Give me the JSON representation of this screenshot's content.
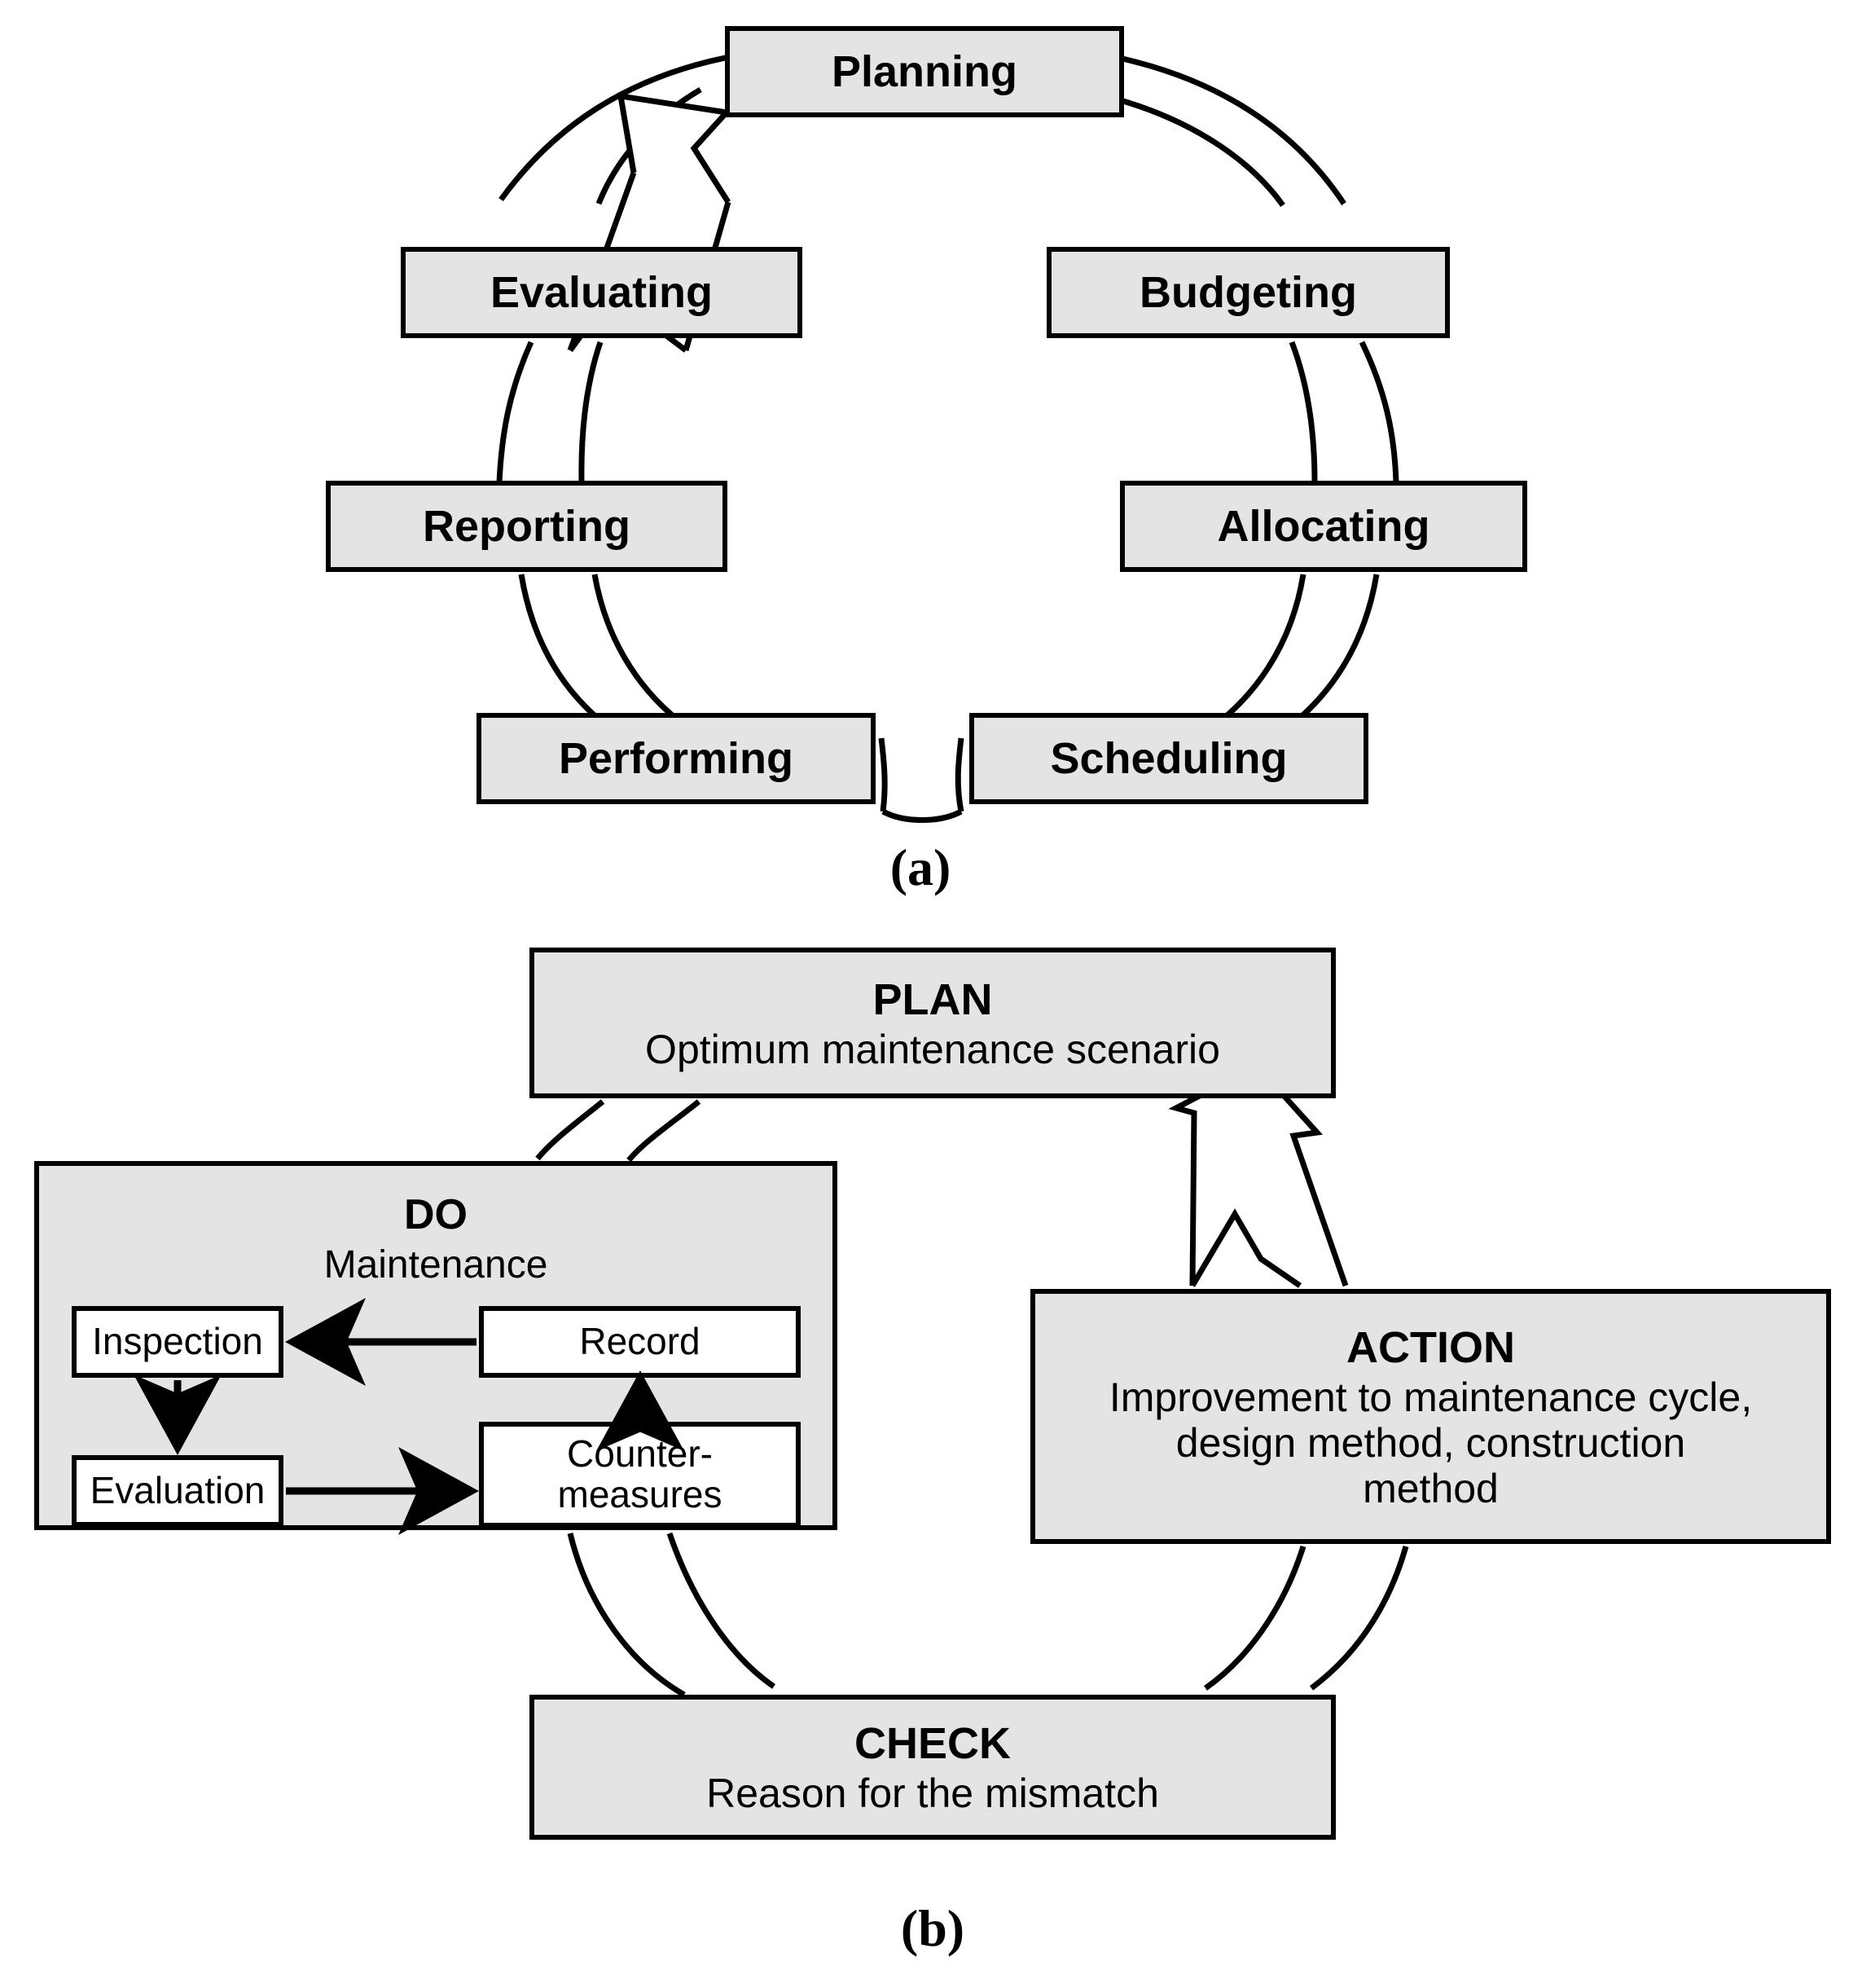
{
  "figure": {
    "panel_a": {
      "caption": "(a)",
      "nodes": [
        {
          "id": "planning",
          "label": "Planning"
        },
        {
          "id": "budgeting",
          "label": "Budgeting"
        },
        {
          "id": "allocating",
          "label": "Allocating"
        },
        {
          "id": "scheduling",
          "label": "Scheduling"
        },
        {
          "id": "performing",
          "label": "Performing"
        },
        {
          "id": "reporting",
          "label": "Reporting"
        },
        {
          "id": "evaluating",
          "label": "Evaluating"
        }
      ]
    },
    "panel_b": {
      "caption": "(b)",
      "plan": {
        "title": "PLAN",
        "subtitle": "Optimum maintenance scenario"
      },
      "do": {
        "title": "DO",
        "subtitle": "Maintenance",
        "steps": [
          {
            "id": "inspection",
            "label": "Inspection"
          },
          {
            "id": "record",
            "label": "Record"
          },
          {
            "id": "evaluation",
            "label": "Evaluation"
          },
          {
            "id": "countermeasures",
            "label": "Counter-\nmeasures"
          }
        ]
      },
      "action": {
        "title": "ACTION",
        "subtitle": "Improvement to maintenance cycle,\ndesign method, construction\nmethod"
      },
      "check": {
        "title": "CHECK",
        "subtitle": "Reason for the mismatch"
      }
    }
  },
  "colors": {
    "box_fill": "#e4e4e4",
    "sub_fill": "#ffffff",
    "stroke": "#000000",
    "page_bg": "#ffffff"
  }
}
